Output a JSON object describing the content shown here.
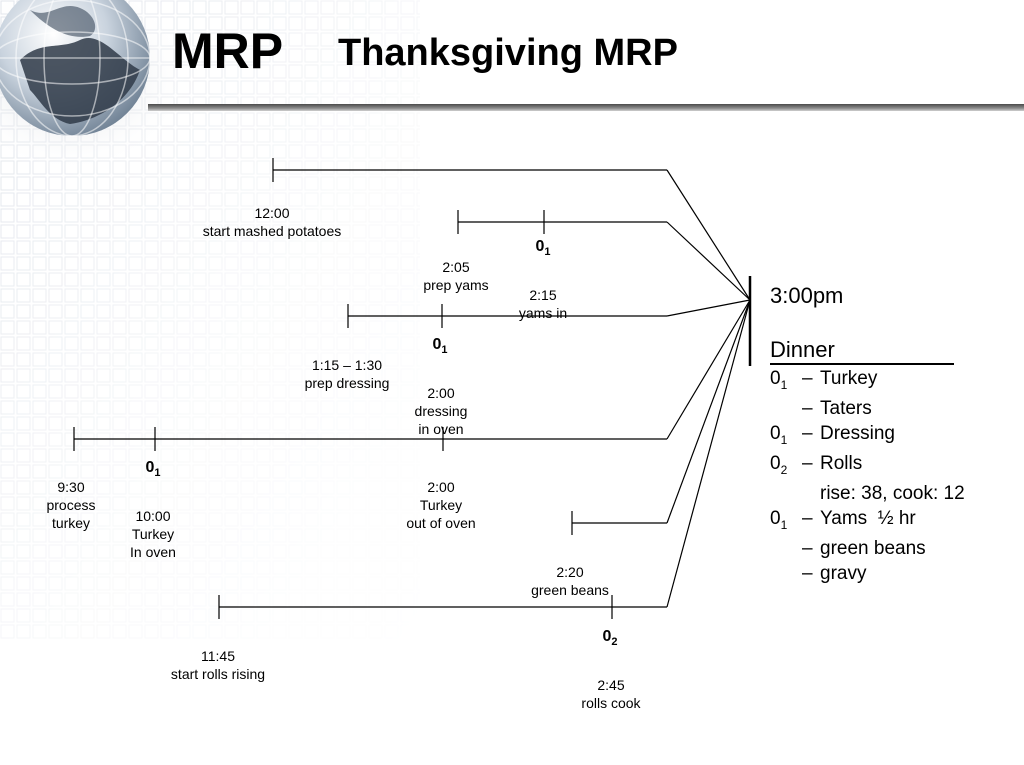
{
  "header": {
    "logo_text": "MRP",
    "title": "Thanksgiving MRP"
  },
  "events": [
    {
      "id": "start-mashed-potatoes",
      "lines": [
        "12:00",
        "start mashed potatoes"
      ]
    },
    {
      "id": "prep-yams",
      "lines": [
        "2:05",
        "prep yams"
      ]
    },
    {
      "id": "yams-in",
      "lines": [
        "2:15",
        "yams in"
      ],
      "order": "0",
      "order_sub": "1"
    },
    {
      "id": "prep-dressing",
      "lines": [
        "1:15 – 1:30",
        "prep dressing"
      ]
    },
    {
      "id": "dressing-in-oven",
      "lines": [
        "2:00",
        "dressing",
        "in oven"
      ],
      "order": "0",
      "order_sub": "1"
    },
    {
      "id": "process-turkey",
      "lines": [
        "9:30",
        "process",
        "turkey"
      ]
    },
    {
      "id": "turkey-in-oven",
      "lines": [
        "10:00",
        "Turkey",
        "In oven"
      ],
      "order": "0",
      "order_sub": "1"
    },
    {
      "id": "turkey-out-of-oven",
      "lines": [
        "2:00",
        "Turkey",
        "out of oven"
      ]
    },
    {
      "id": "green-beans",
      "lines": [
        "2:20",
        "green beans"
      ]
    },
    {
      "id": "start-rolls-rising",
      "lines": [
        "11:45",
        "start rolls rising"
      ]
    },
    {
      "id": "rolls-cook",
      "lines": [
        "2:45",
        "rolls cook"
      ],
      "order": "0",
      "order_sub": "2"
    }
  ],
  "dinner": {
    "time": "3:00pm",
    "title": "Dinner",
    "items": [
      {
        "code": "0",
        "code_sub": "1",
        "text": "Turkey"
      },
      {
        "code": "",
        "code_sub": "",
        "text": "Taters"
      },
      {
        "code": "0",
        "code_sub": "1",
        "text": "Dressing"
      },
      {
        "code": "0",
        "code_sub": "2",
        "text": "Rolls"
      },
      {
        "code": "",
        "code_sub": "",
        "text": "rise: 38, cook: 12",
        "indent": true
      },
      {
        "code": "0",
        "code_sub": "1",
        "text": "Yams  ½ hr"
      },
      {
        "code": "",
        "code_sub": "",
        "text": "green beans"
      },
      {
        "code": "",
        "code_sub": "",
        "text": "gravy"
      }
    ]
  }
}
